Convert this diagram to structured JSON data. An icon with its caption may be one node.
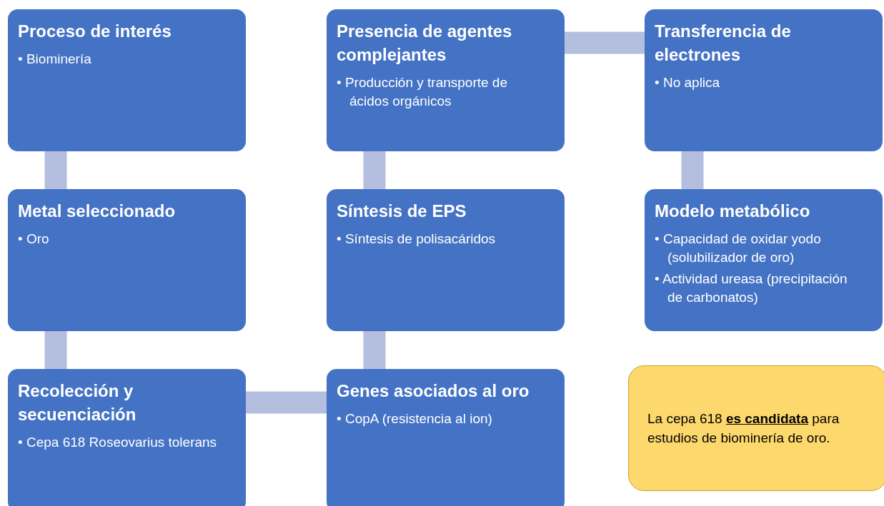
{
  "diagram": {
    "nodes": [
      {
        "text": [
          "Proceso de interés",
          "• Biominería"
        ]
      },
      {
        "text": [
          "Presencia de agentes complejantes",
          "• Producción y transporte de ácidos orgánicos"
        ]
      },
      {
        "text": [
          "Transferencia de electrones",
          "• No aplica"
        ]
      },
      {
        "text": [
          "Metal seleccionado",
          "• Oro"
        ]
      },
      {
        "text": [
          "Síntesis de EPS",
          "• Síntesis de polisacáridos"
        ]
      },
      {
        "text": [
          "Modelo metabólico",
          "• Capacidad de oxidar yodo (solubilizador de oro)",
          "• Actividad ureasa (precipitación de carbonatos)"
        ]
      },
      {
        "text": [
          "Recolección y secuenciación",
          "• Cepa 618 Roseovarius tolerans"
        ]
      },
      {
        "text": [
          "Genes asociados al oro",
          "• CopA (resistencia al ion)"
        ]
      },
      {
        "text": [
          "La cepa 618 **es candidata** para estudios de biominería de oro."
        ]
      }
    ],
    "edges": [
      {
        "from": 0,
        "to": 3,
        "arrow": "none"
      },
      {
        "from": 3,
        "to": 6,
        "arrow": "none"
      },
      {
        "from": 6,
        "to": 7,
        "arrow": "none"
      },
      {
        "from": 7,
        "to": 4,
        "arrow": "none"
      },
      {
        "from": 4,
        "to": 1,
        "arrow": "none"
      },
      {
        "from": 1,
        "to": 2,
        "arrow": "none"
      },
      {
        "from": 2,
        "to": 5,
        "arrow": "none"
      }
    ]
  }
}
